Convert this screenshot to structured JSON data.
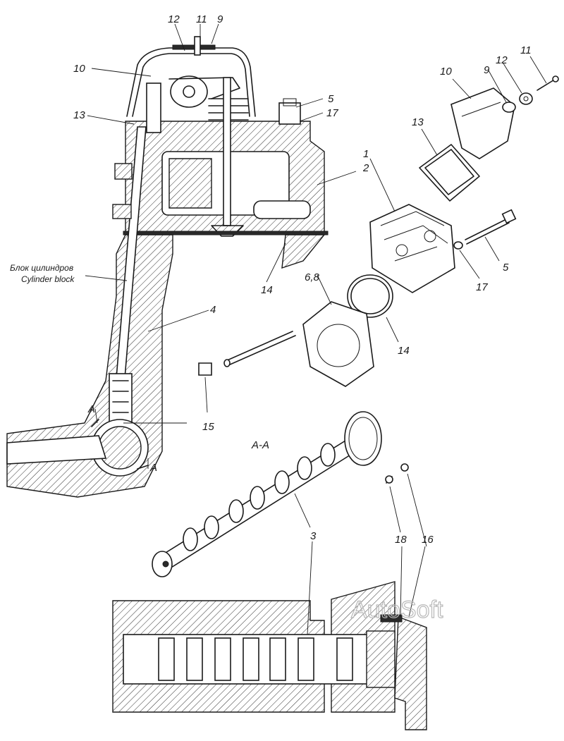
{
  "labels": {
    "c12": "12",
    "c11": "11",
    "c9": "9",
    "c10": "10",
    "c13": "13",
    "c5": "5",
    "c17": "17",
    "c14": "14",
    "c4": "4",
    "c15": "15",
    "cA1": "A",
    "cA2": "A",
    "r1": "1",
    "r2": "2",
    "r10": "10",
    "r9": "9",
    "r12": "12",
    "r11": "11",
    "r13": "13",
    "r5": "5",
    "r17": "17",
    "r68": "6,8",
    "r14": "14",
    "section": "A-A",
    "b3": "3",
    "b18": "18",
    "b16": "16"
  },
  "caption": {
    "ru": "Блок цилиндров",
    "en": "Cylinder block"
  },
  "watermark": "AutoSoft"
}
